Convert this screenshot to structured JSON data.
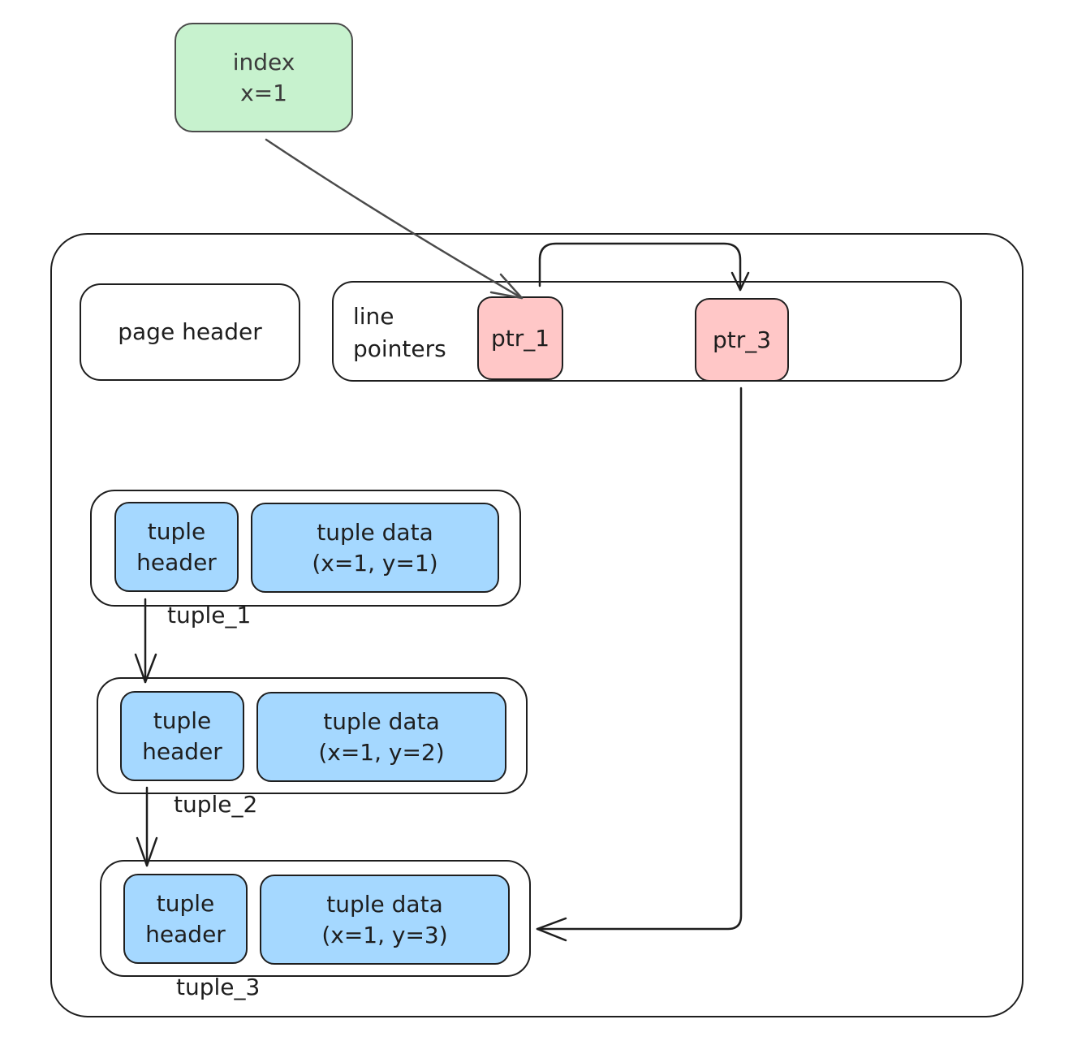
{
  "index": {
    "label": "index\nx=1",
    "color": "#c7f2ce"
  },
  "page": {
    "page_header": "page header",
    "line_pointers": {
      "label": "line\npointers",
      "ptr_1": "ptr_1",
      "ptr_3": "ptr_3",
      "pointer_color": "#ffc7c7"
    }
  },
  "tuples": [
    {
      "header": "tuple\nheader",
      "data": "tuple data\n(x=1, y=1)",
      "name": "tuple_1"
    },
    {
      "header": "tuple\nheader",
      "data": "tuple data\n(x=1, y=2)",
      "name": "tuple_2"
    },
    {
      "header": "tuple\nheader",
      "data": "tuple data\n(x=1, y=3)",
      "name": "tuple_3"
    }
  ],
  "tuple_color": "#a5d8ff"
}
